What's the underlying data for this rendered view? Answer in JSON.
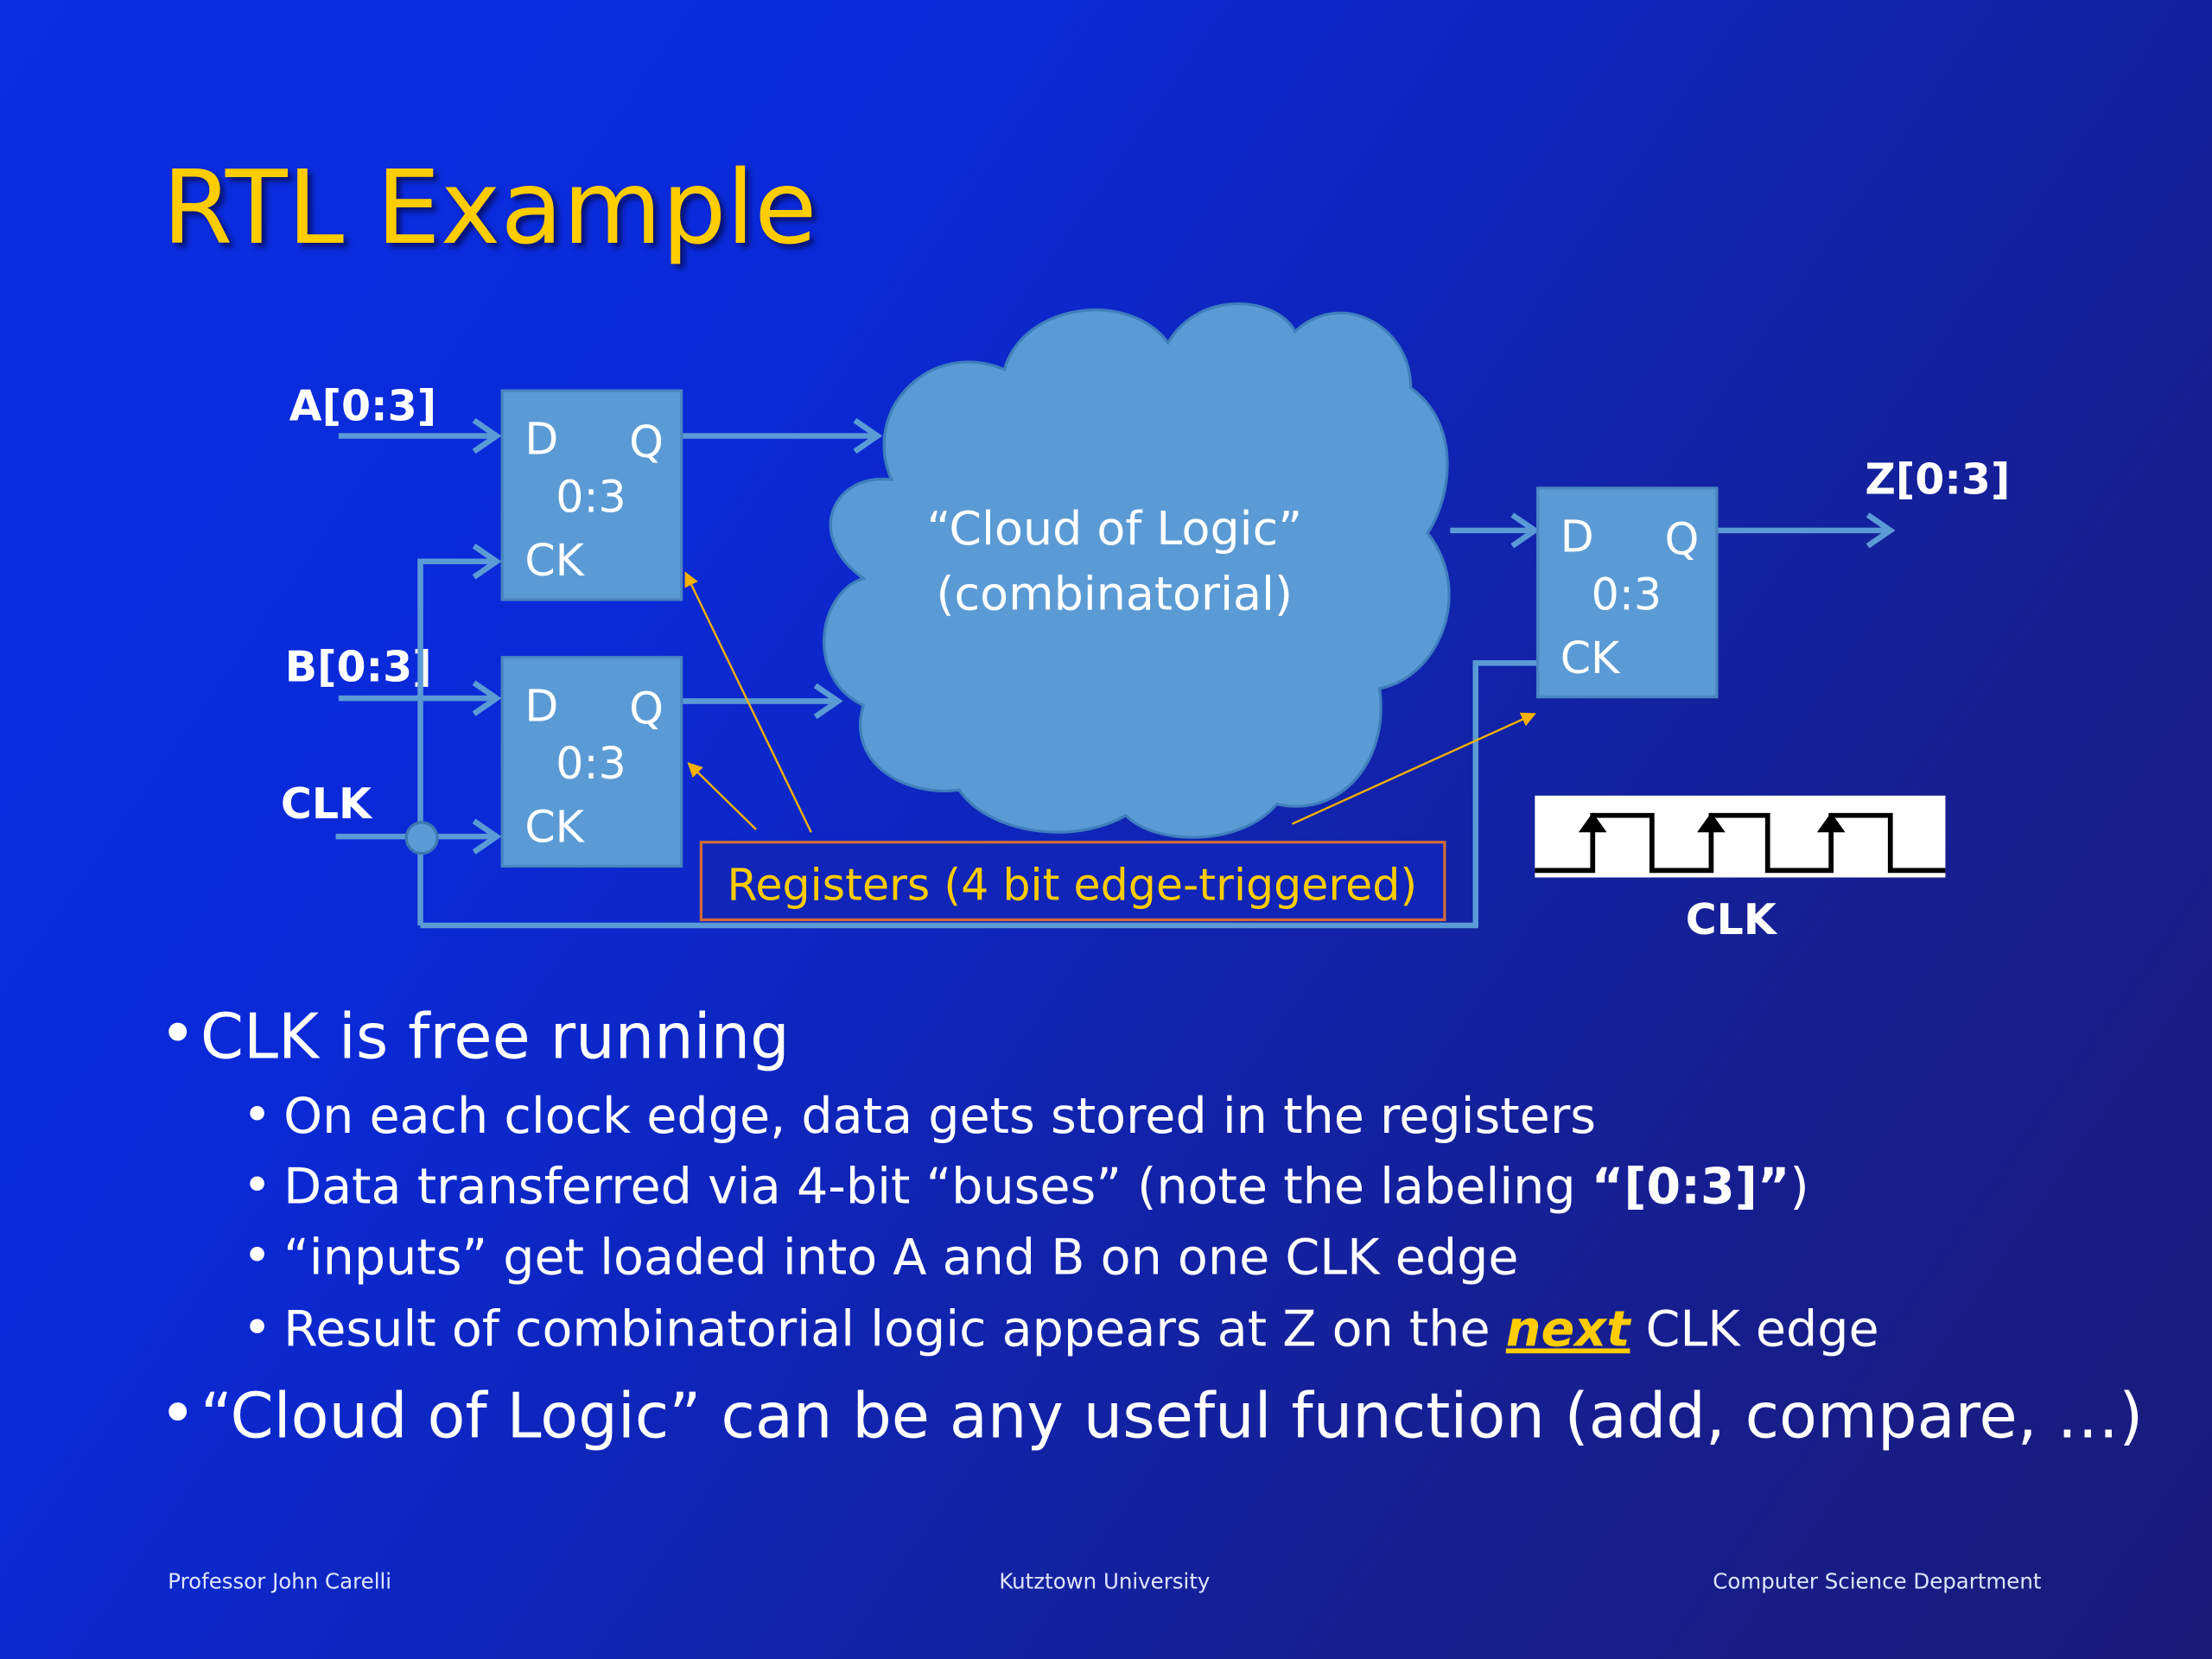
{
  "slide": {
    "title": "RTL Example",
    "colors": {
      "title": "#ffcc00",
      "register_fill": "#5b9bd5",
      "wire": "#5b9bd5",
      "annotation": "#f5b000",
      "annotation_box_border": "#d06a3a",
      "emphasis": "#ffcc00"
    }
  },
  "diagram": {
    "inputs": {
      "a": "A[0:3]",
      "b": "B[0:3]",
      "clk": "CLK"
    },
    "output": "Z[0:3]",
    "registers": [
      {
        "d": "D",
        "q": "Q",
        "range": "0:3",
        "ck": "CK"
      },
      {
        "d": "D",
        "q": "Q",
        "range": "0:3",
        "ck": "CK"
      },
      {
        "d": "D",
        "q": "Q",
        "range": "0:3",
        "ck": "CK"
      }
    ],
    "cloud": {
      "line1": "“Cloud of Logic”",
      "line2": "(combinatorial)"
    },
    "annotation": "Registers (4 bit edge-triggered)",
    "clock_waveform": {
      "label": "CLK",
      "rising_edges_marked": 3
    }
  },
  "bullets": [
    {
      "level": 1,
      "text": "CLK is free running"
    },
    {
      "level": 2,
      "text": "On each clock edge, data gets stored in the registers"
    },
    {
      "level": 2,
      "text_before": "Data transferred via 4-bit “buses” (note the labeling ",
      "text_bold": "“[0:3]”",
      "text_after": ")"
    },
    {
      "level": 2,
      "text": "“inputs” get loaded into A and B on one CLK edge"
    },
    {
      "level": 2,
      "text_before": "Result of  combinatorial logic appears at Z on the ",
      "text_emph": "next",
      "text_after": " CLK edge"
    },
    {
      "level": 1,
      "text": "“Cloud of Logic” can be any useful function (add, compare, …)"
    }
  ],
  "footer": {
    "left": "Professor John Carelli",
    "center": "Kutztown University",
    "right": "Computer Science Department"
  }
}
